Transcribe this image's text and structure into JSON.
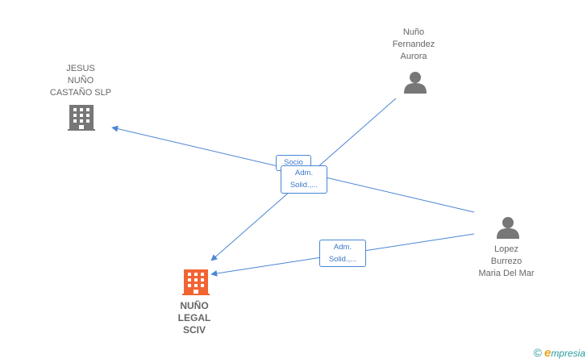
{
  "colors": {
    "edge": "#4a86d4",
    "company_default": "#777777",
    "company_focus": "#f26432",
    "person": "#777777"
  },
  "nodes": {
    "jesus": {
      "type": "company",
      "icon": "building-icon",
      "lines": [
        "JESUS",
        "NUÑO",
        "CASTAÑO SLP"
      ]
    },
    "nuno_fernandez": {
      "type": "person",
      "icon": "person-icon",
      "lines": [
        "Nuño",
        "Fernandez",
        "Aurora"
      ]
    },
    "lopez": {
      "type": "person",
      "icon": "person-icon",
      "lines": [
        "Lopez",
        "Burrezo",
        "Maria Del Mar"
      ]
    },
    "nuno_legal": {
      "type": "company",
      "icon": "building-icon",
      "focus": true,
      "lines": [
        "NUÑO",
        "LEGAL",
        "SCIV"
      ]
    }
  },
  "edges": {
    "socio": [
      "Socio"
    ],
    "adm1": [
      "Adm.",
      "Solid.,..."
    ],
    "adm2": [
      "Adm.",
      "Solid.,..."
    ]
  },
  "brand": {
    "copyright": "©",
    "name_first": "e",
    "name_rest": "mpresia"
  }
}
